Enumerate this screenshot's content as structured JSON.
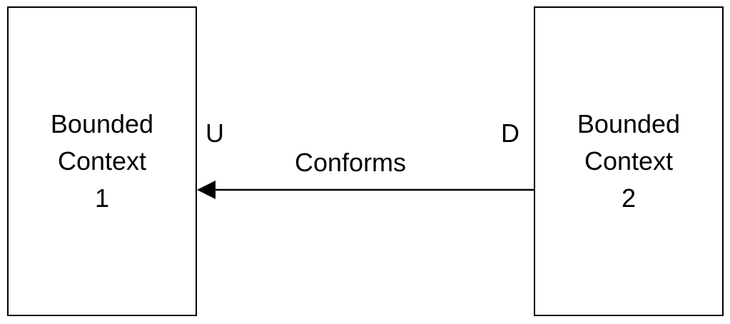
{
  "context_left": {
    "line1": "Bounded",
    "line2": "Context",
    "line3": "1"
  },
  "context_right": {
    "line1": "Bounded",
    "line2": "Context",
    "line3": "2"
  },
  "relationship": {
    "label": "Conforms",
    "upstream_marker": "U",
    "downstream_marker": "D",
    "direction": "from context 2 to context 1"
  }
}
